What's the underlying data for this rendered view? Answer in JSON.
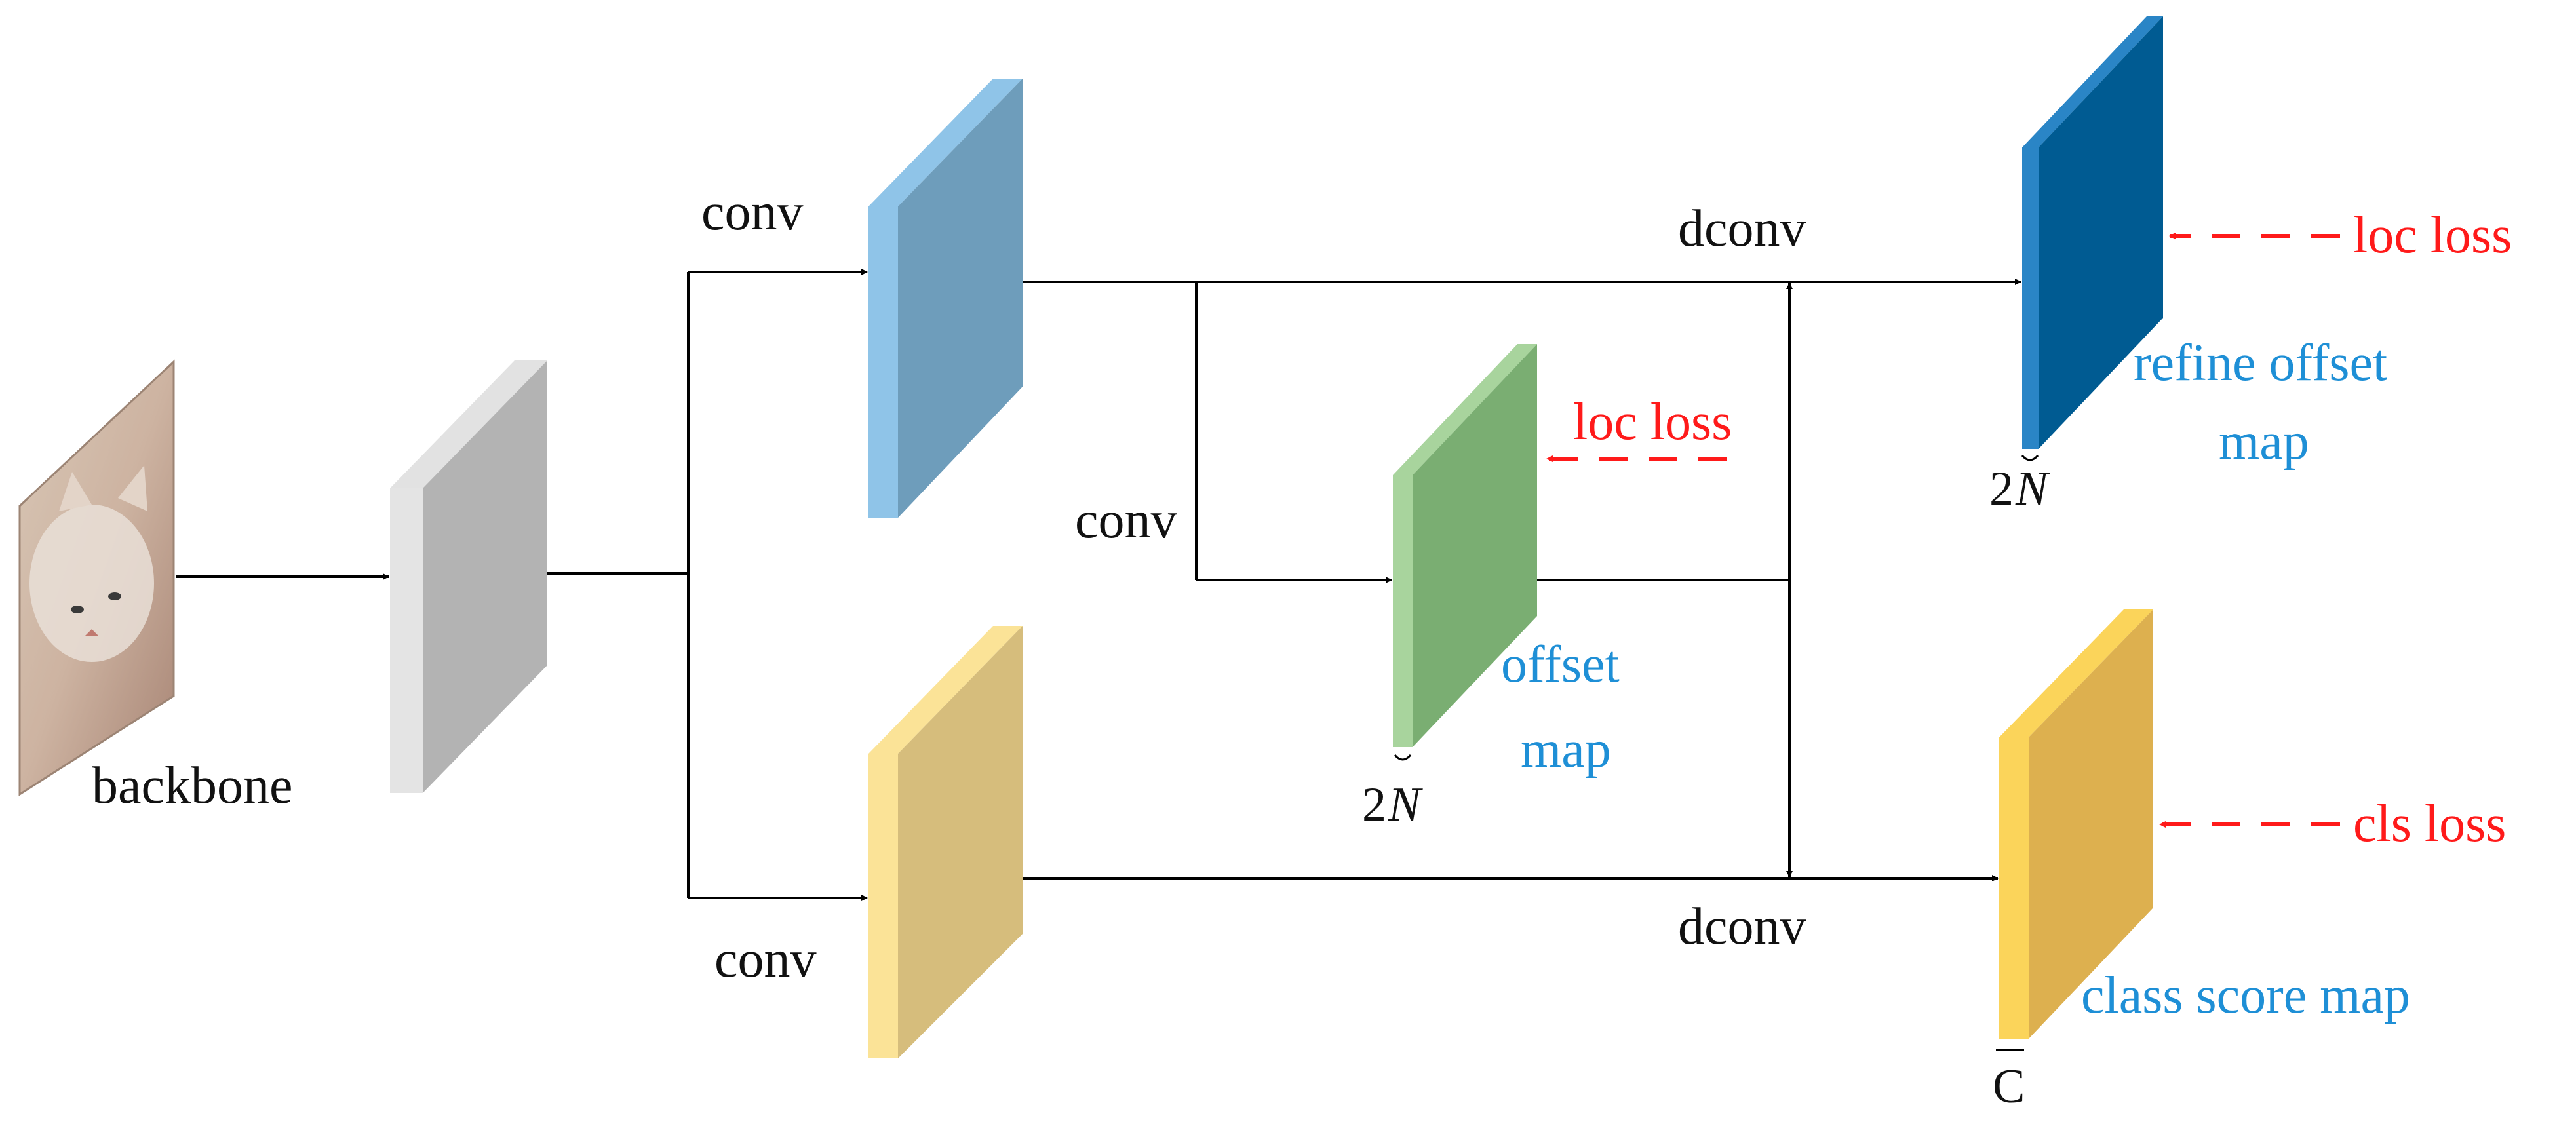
{
  "labels": {
    "backbone": "backbone",
    "conv_top": "conv",
    "conv_bottom": "conv",
    "conv_mid": "conv",
    "dconv_top": "dconv",
    "dconv_bottom": "dconv",
    "loc_loss_mid": "loc loss",
    "loc_loss_right": "loc loss",
    "cls_loss": "cls loss",
    "offset_map_line1": "offset",
    "offset_map_line2": "map",
    "refine_offset_line1": "refine offset",
    "refine_offset_line2": "map",
    "class_score_map": "class score map",
    "dim_offset_num": "2",
    "dim_offset_var": "N",
    "dim_refine_num": "2",
    "dim_refine_var": "N",
    "dim_class": "C"
  },
  "colors": {
    "gray_front": "#b3b3b3",
    "gray_side": "#e2e2e2",
    "blue_front": "#6e9dbb",
    "blue_side": "#8fc4e8",
    "yellow_front": "#d6bd7c",
    "yellow_side": "#fbe397",
    "green_front": "#7aae72",
    "green_side": "#a8d49d",
    "darkblue_front": "#005b92",
    "darkblue_side": "#2a85c6",
    "gold_front": "#ddb04f",
    "gold_side": "#fbd45a",
    "arrow": "#000000",
    "loss_arrow": "#ff1a1a",
    "output_text": "#1e8fd6"
  },
  "icons": {
    "input_image": "cat-photo-icon"
  }
}
